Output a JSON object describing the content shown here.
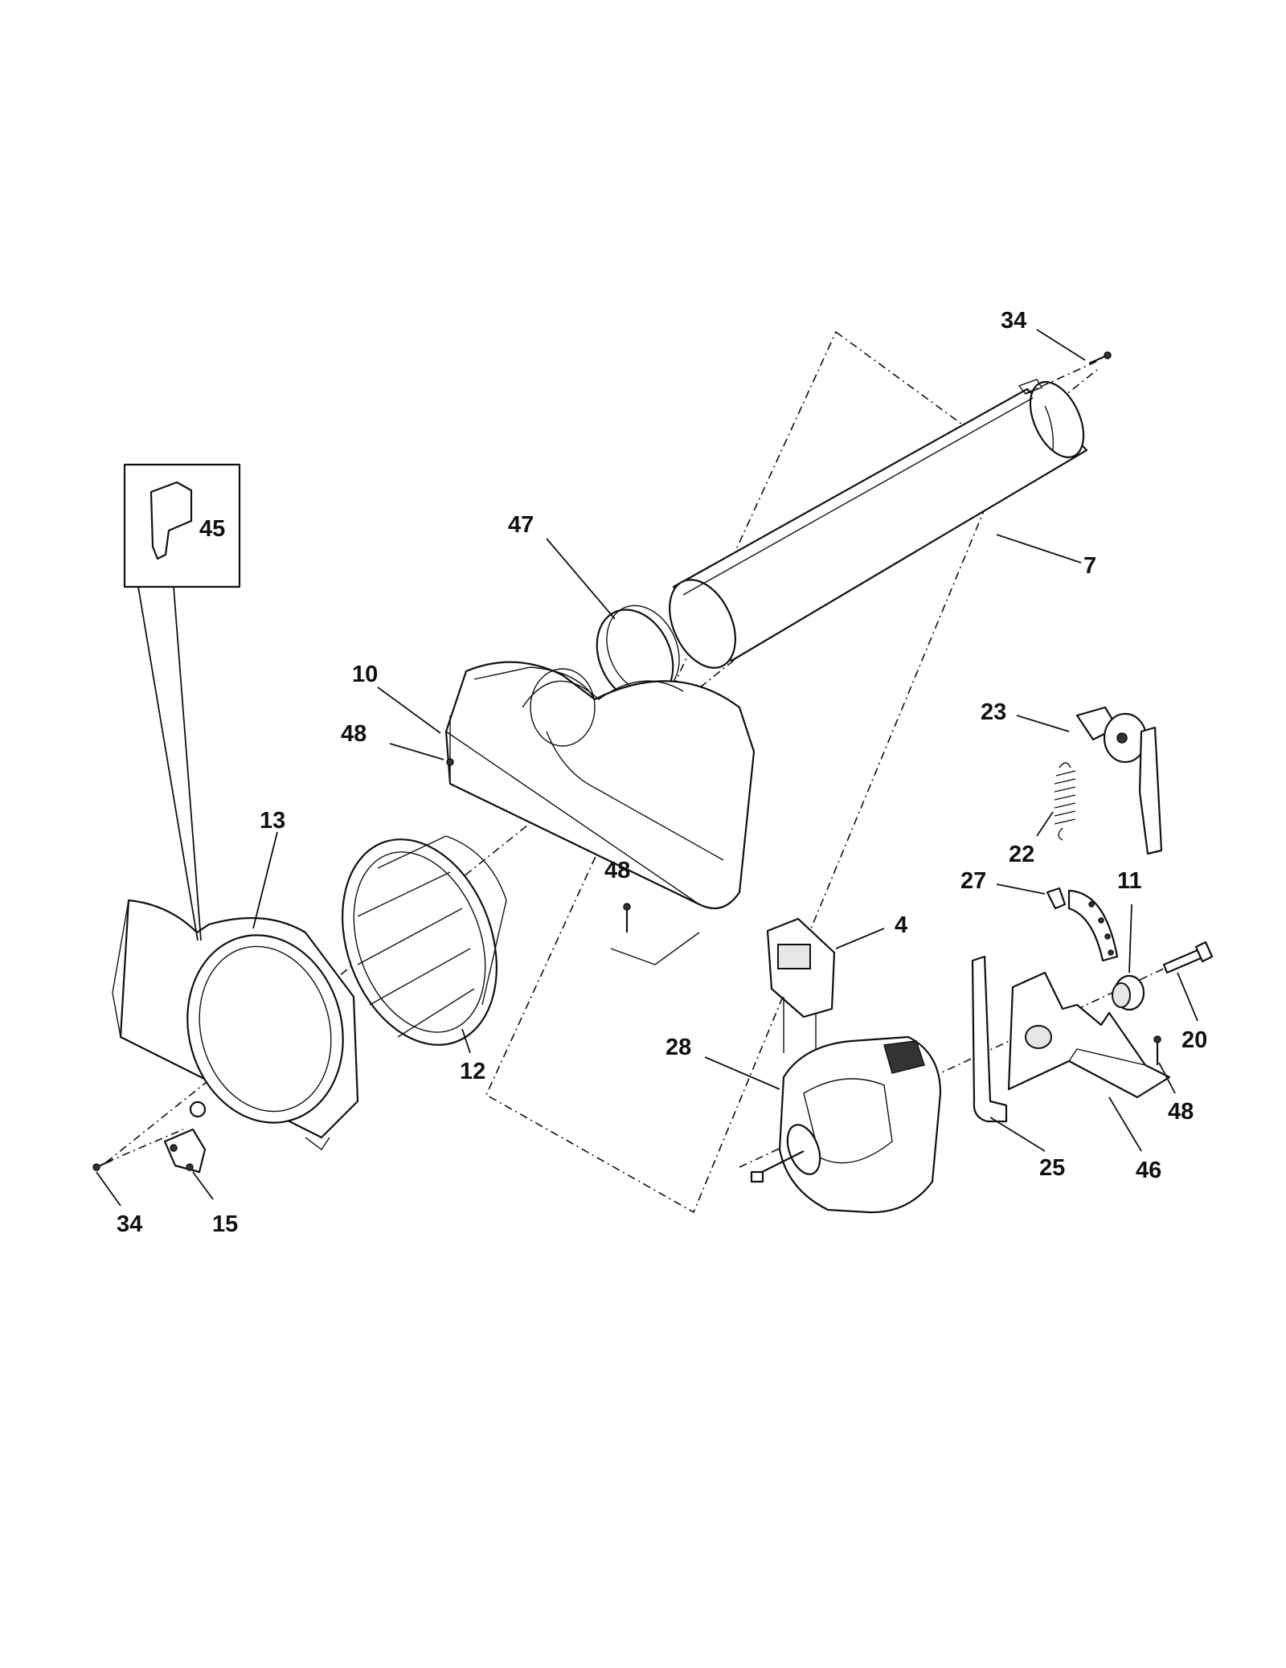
{
  "callouts": {
    "c34_top": "34",
    "c45": "45",
    "c47": "47",
    "c7": "7",
    "c10": "10",
    "c48_a": "48",
    "c23": "23",
    "c22": "22",
    "c13": "13",
    "c48_b": "48",
    "c27": "27",
    "c11": "11",
    "c4": "4",
    "c20": "20",
    "c12": "12",
    "c28": "28",
    "c48_c": "48",
    "c25": "25",
    "c46": "46",
    "c34_bottom": "34",
    "c15": "15"
  }
}
